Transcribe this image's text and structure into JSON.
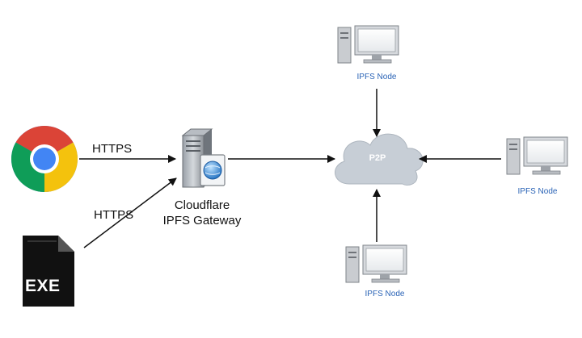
{
  "edges": {
    "browser_label": "HTTPS",
    "exe_label": "HTTPS"
  },
  "gateway": {
    "line1": "Cloudflare",
    "line2": "IPFS Gateway"
  },
  "cloud": {
    "label": "P2P",
    "fill": "#c7ced6"
  },
  "nodes": [
    {
      "label": "IPFS Node"
    },
    {
      "label": "IPFS Node"
    },
    {
      "label": "IPFS Node"
    }
  ],
  "exe": {
    "label": "EXE"
  },
  "colors": {
    "line": "#111111",
    "node_label": "#2a63b6",
    "chrome_red": "#db4437",
    "chrome_yellow": "#f4c20d",
    "chrome_green": "#0f9d58",
    "chrome_blue": "#4285f4"
  },
  "icons": {
    "browser": "chrome-icon",
    "exe": "exe-file-icon",
    "gateway": "server-icon",
    "node": "desktop-computer-icon",
    "cloud": "cloud-icon"
  }
}
